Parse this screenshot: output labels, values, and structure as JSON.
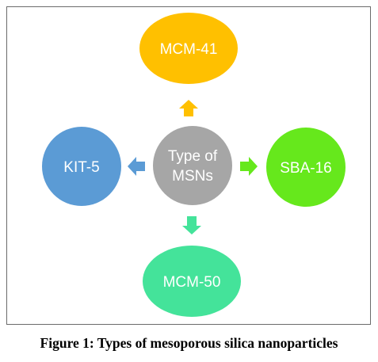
{
  "diagram": {
    "center": {
      "label_line1": "Type of",
      "label_line2": "MSNs",
      "color": "#a6a6a6"
    },
    "nodes": {
      "top": {
        "label": "MCM-41",
        "color": "#ffc000",
        "arrow_color": "#ffc000"
      },
      "right": {
        "label": "SBA-16",
        "color": "#66e81c",
        "arrow_color": "#66e81c"
      },
      "bottom": {
        "label": "MCM-50",
        "color": "#44e39a",
        "arrow_color": "#44e39a"
      },
      "left": {
        "label": "KIT-5",
        "color": "#5b9bd5",
        "arrow_color": "#5b9bd5"
      }
    }
  },
  "caption": "Figure 1: Types of mesoporous silica nanoparticles"
}
